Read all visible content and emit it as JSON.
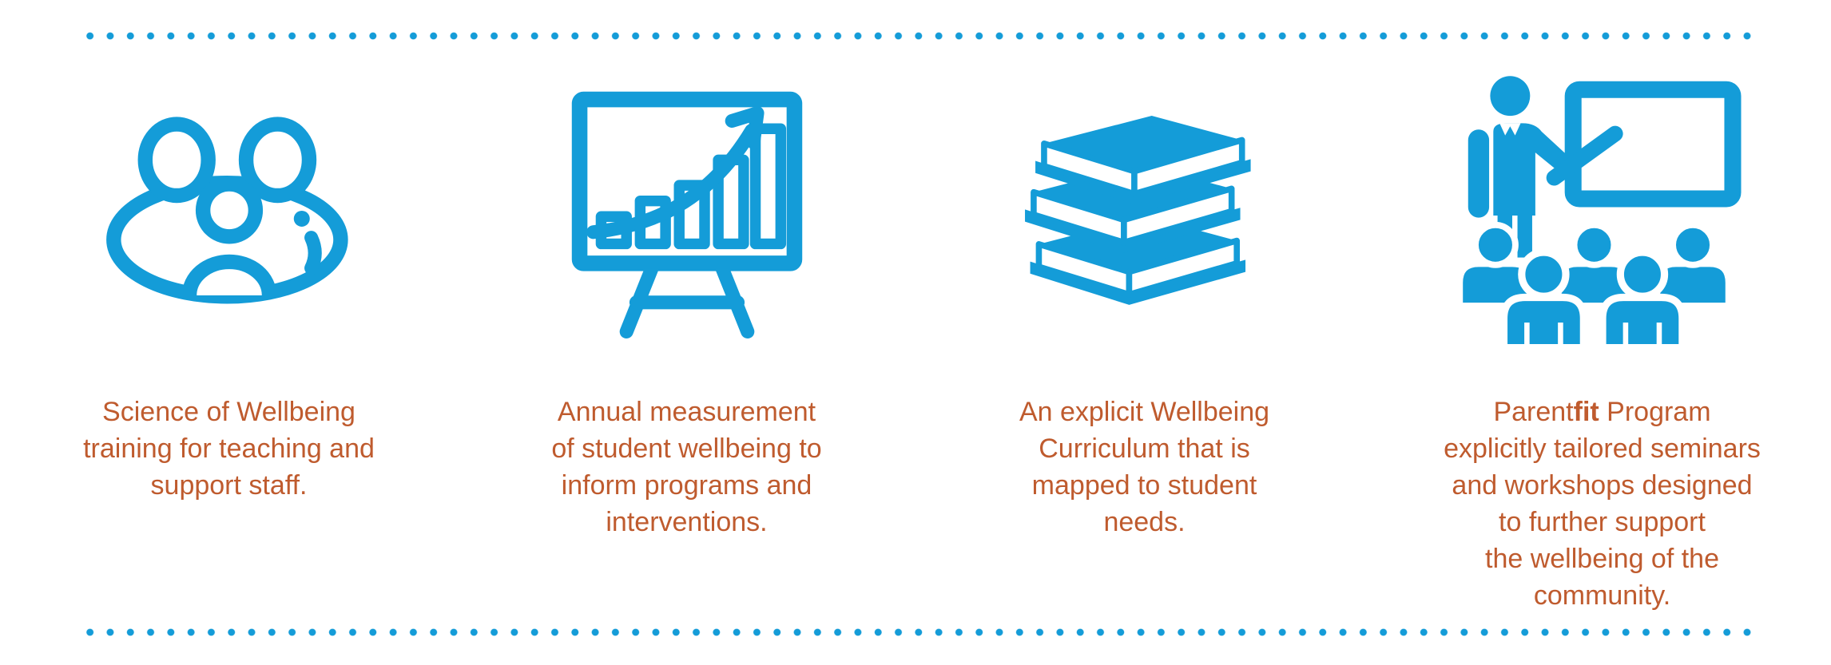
{
  "theme": {
    "accent_blue": "#149CD8",
    "text_orange": "#BF5B2E",
    "background": "#FFFFFF"
  },
  "dividers": {
    "style": "dotted",
    "color": "#149CD8",
    "positions": [
      "top",
      "bottom"
    ]
  },
  "features": [
    {
      "id": "staff-training",
      "icon": "family-group-icon",
      "caption": "Science of Wellbeing\ntraining for teaching and\nsupport staff."
    },
    {
      "id": "annual-measurement",
      "icon": "growth-chart-easel-icon",
      "caption": "Annual measurement\nof student wellbeing to\ninform programs and\ninterventions."
    },
    {
      "id": "wellbeing-curriculum",
      "icon": "books-stack-icon",
      "caption": "An explicit Wellbeing\nCurriculum that is\nmapped to student\nneeds."
    },
    {
      "id": "parentfit-program",
      "icon": "seminar-presentation-icon",
      "caption_prefix": "Parent",
      "caption_bold": "fit",
      "caption_rest": " Program\nexplicitly tailored seminars\nand workshops designed\nto further support\nthe wellbeing of the\ncommunity."
    }
  ]
}
